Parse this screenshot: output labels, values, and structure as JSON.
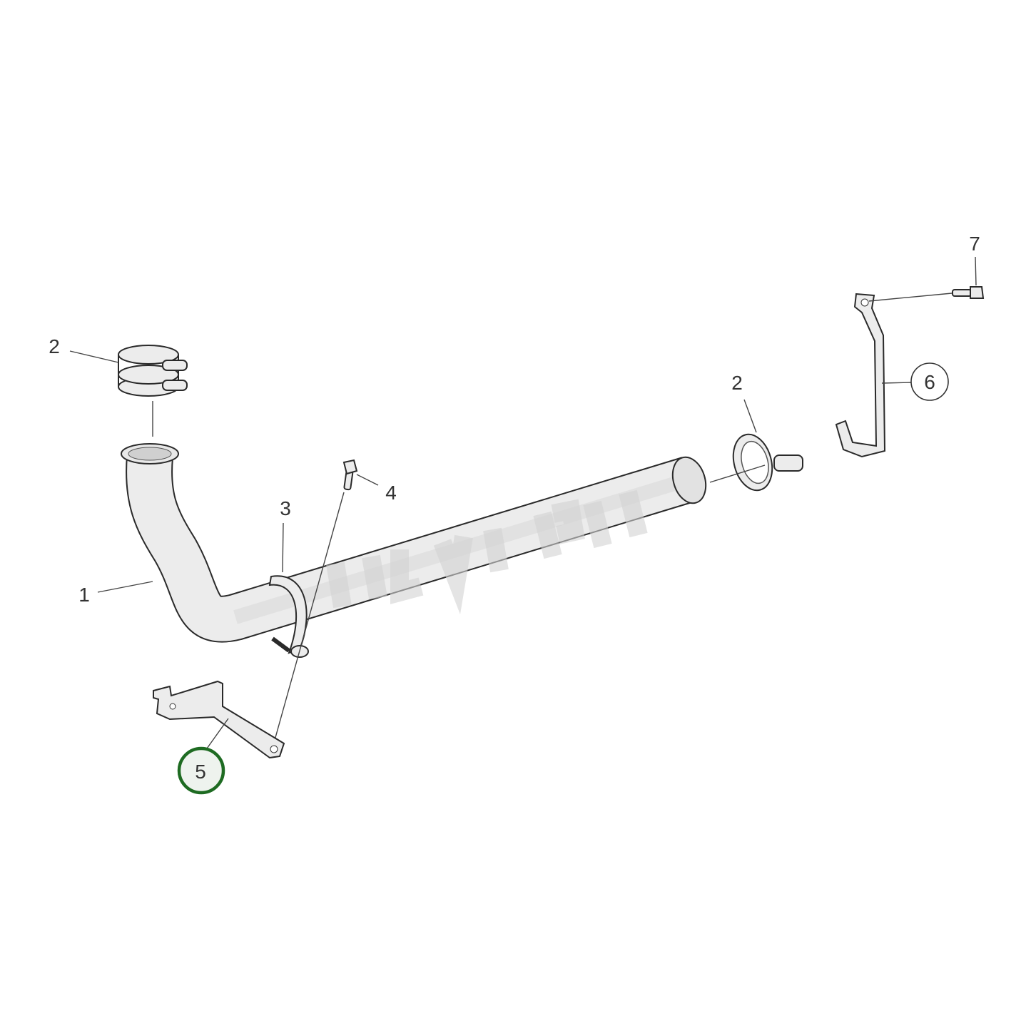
{
  "watermark": "VOLVO PENTA",
  "colors": {
    "highlight": "#1e6b22",
    "highlight_fill": "#eef3ee",
    "part_fill": "#ececec",
    "outline": "#2a2a2a"
  },
  "callouts": [
    {
      "id": "1",
      "part": "pipe"
    },
    {
      "id": "2",
      "part": "clamp-top"
    },
    {
      "id": "2",
      "part": "clamp-right"
    },
    {
      "id": "3",
      "part": "pipe-clamp"
    },
    {
      "id": "4",
      "part": "bolt"
    },
    {
      "id": "5",
      "part": "bracket-lower",
      "highlighted": true
    },
    {
      "id": "6",
      "part": "bracket-right",
      "circled": true
    },
    {
      "id": "7",
      "part": "bolt-right"
    }
  ]
}
